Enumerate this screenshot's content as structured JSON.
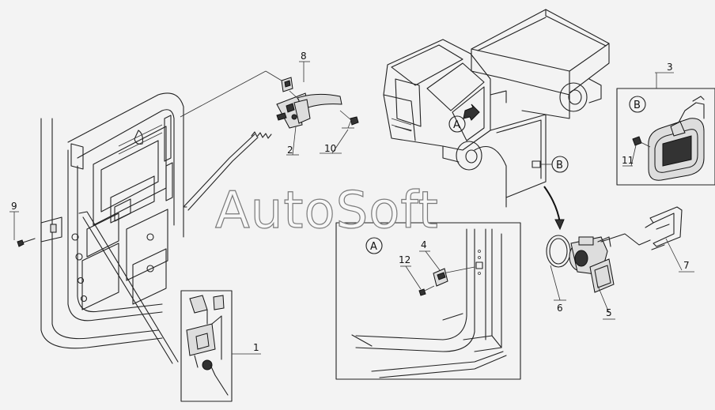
{
  "watermark": "AutoSoft",
  "callouts": {
    "c1": "1",
    "c2": "2",
    "c3": "3",
    "c4": "4",
    "c5": "5",
    "c6": "6",
    "c7": "7",
    "c8": "8",
    "c9": "9",
    "c10": "10",
    "c11": "11",
    "c12": "12"
  },
  "view_markers": {
    "a_truck": "A",
    "b_truck": "B",
    "a_detail": "A",
    "b_detail": "B"
  }
}
